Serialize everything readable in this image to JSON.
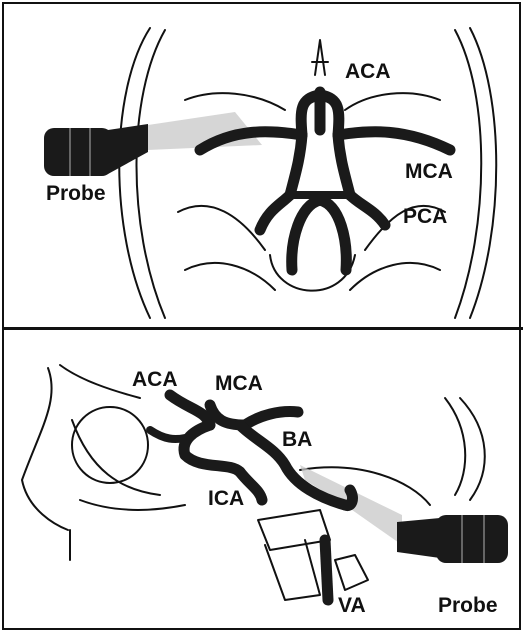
{
  "top_panel": {
    "labels": {
      "aca": "ACA",
      "mca": "MCA",
      "pca": "PCA",
      "probe": "Probe"
    }
  },
  "bottom_panel": {
    "labels": {
      "aca": "ACA",
      "mca": "MCA",
      "ba": "BA",
      "ica": "ICA",
      "va": "VA",
      "probe": "Probe"
    }
  },
  "colors": {
    "ink": "#111111",
    "vessel": "#1a1a1a",
    "beam": "#bdbdbd",
    "probe_body": "#1a1a1a"
  }
}
